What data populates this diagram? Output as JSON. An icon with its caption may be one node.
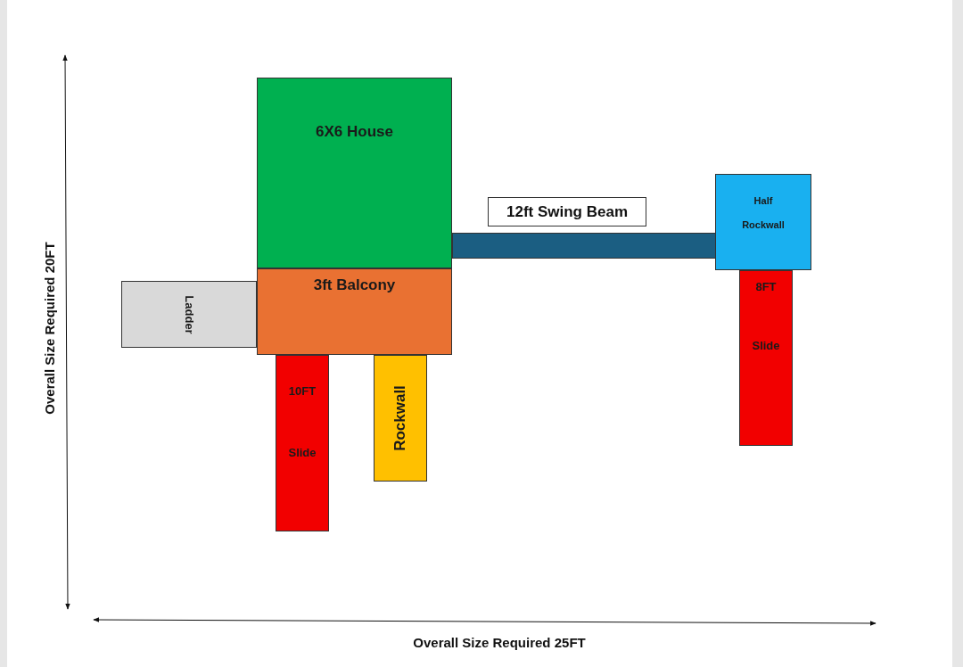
{
  "diagram": {
    "nodes": [
      {
        "text": [
          "6X6 House"
        ]
      },
      {
        "text": [
          "3ft Balcony"
        ]
      },
      {
        "text": [
          "Ladder"
        ]
      },
      {
        "text": [
          "10FT",
          "Slide"
        ]
      },
      {
        "text": [
          "Rockwall"
        ]
      },
      {
        "text": [],
        "shape": "bar",
        "beside": [
          "12ft Swing Beam"
        ]
      },
      {
        "text": [
          "Half Rockwall"
        ]
      },
      {
        "text": [
          "8FT",
          "Slide"
        ]
      }
    ],
    "labels": [
      "Overall Size Required 20FT",
      "Overall Size Required 25FT"
    ]
  }
}
